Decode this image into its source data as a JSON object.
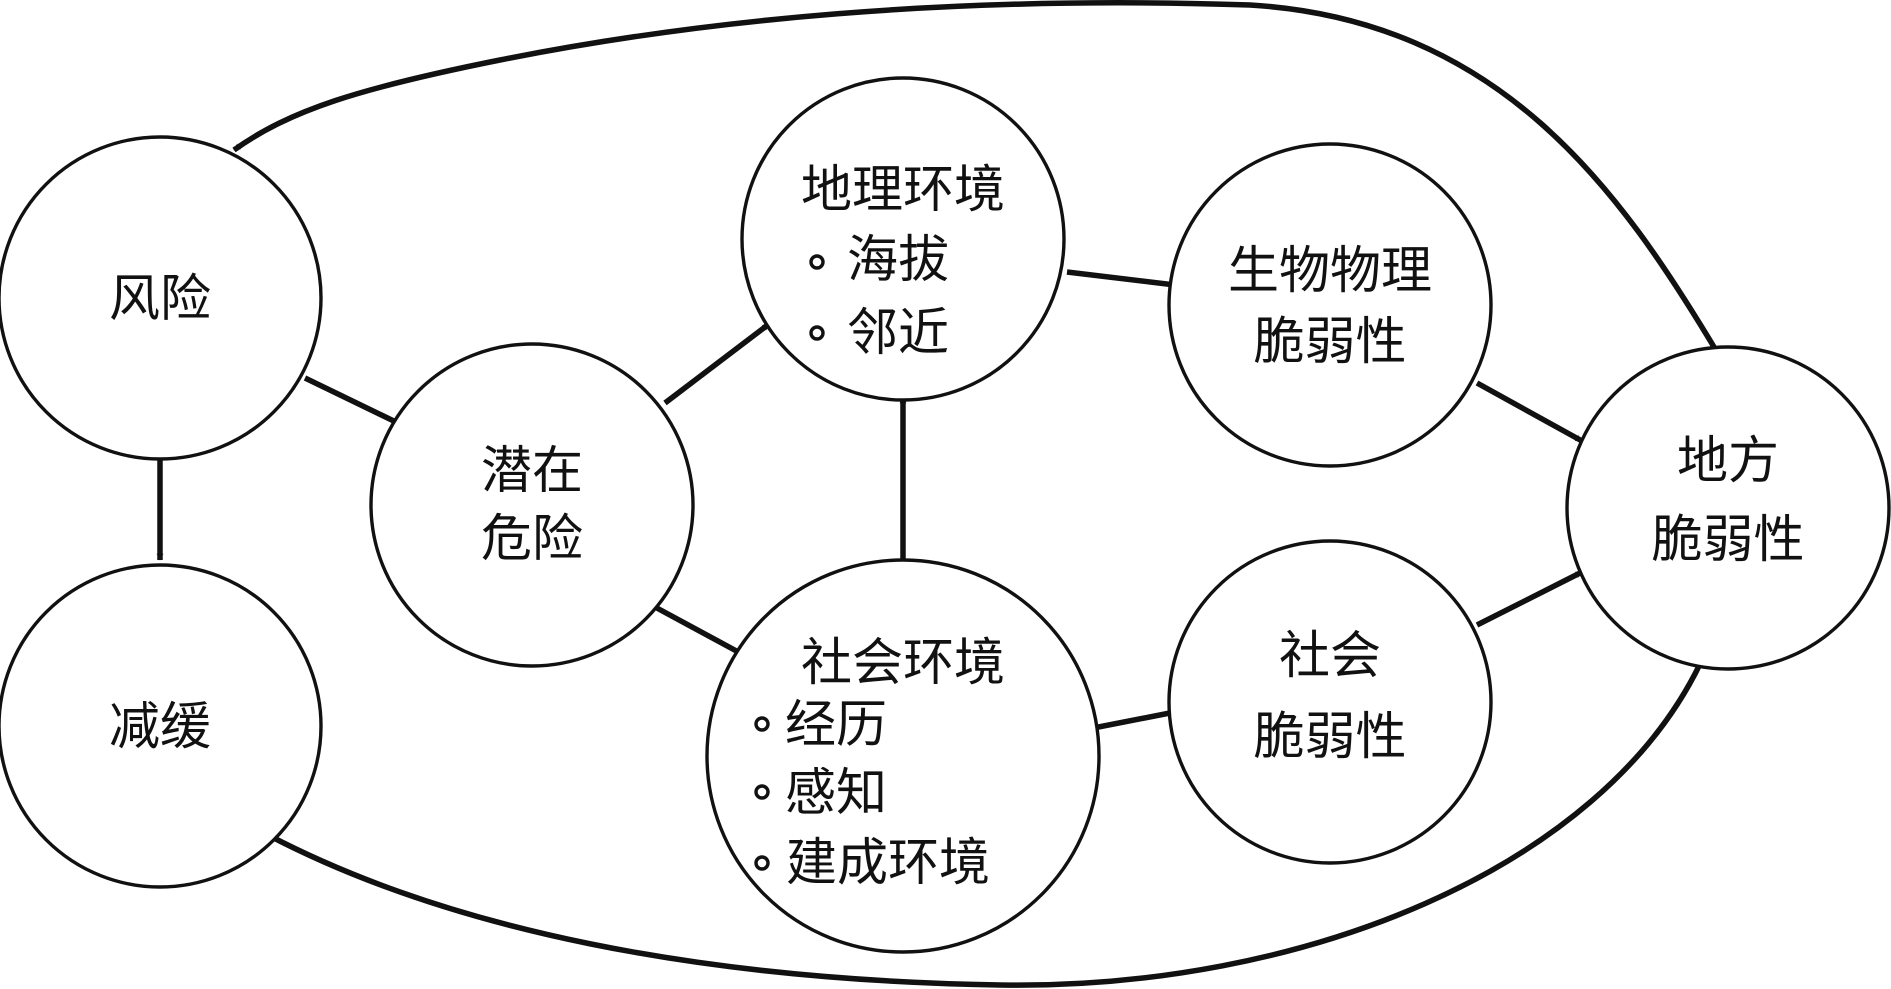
{
  "diagram": {
    "nodes": {
      "risk": {
        "lines": [
          "风险"
        ]
      },
      "mitigation": {
        "lines": [
          "减缓"
        ]
      },
      "potential_hazard": {
        "lines": [
          "潜在",
          "危险"
        ]
      },
      "geographic_environment": {
        "title": "地理环境",
        "items": [
          "海拔",
          "邻近"
        ]
      },
      "social_environment": {
        "title": "社会环境",
        "items": [
          "经历",
          "感知",
          "建成环境"
        ]
      },
      "biophysical_vulnerability": {
        "lines": [
          "生物物理",
          "脆弱性"
        ]
      },
      "social_vulnerability": {
        "lines": [
          "社会",
          "脆弱性"
        ]
      },
      "place_vulnerability": {
        "lines": [
          "地方",
          "脆弱性"
        ]
      }
    },
    "colors": {
      "stroke": "#111111",
      "background": "#ffffff"
    }
  }
}
